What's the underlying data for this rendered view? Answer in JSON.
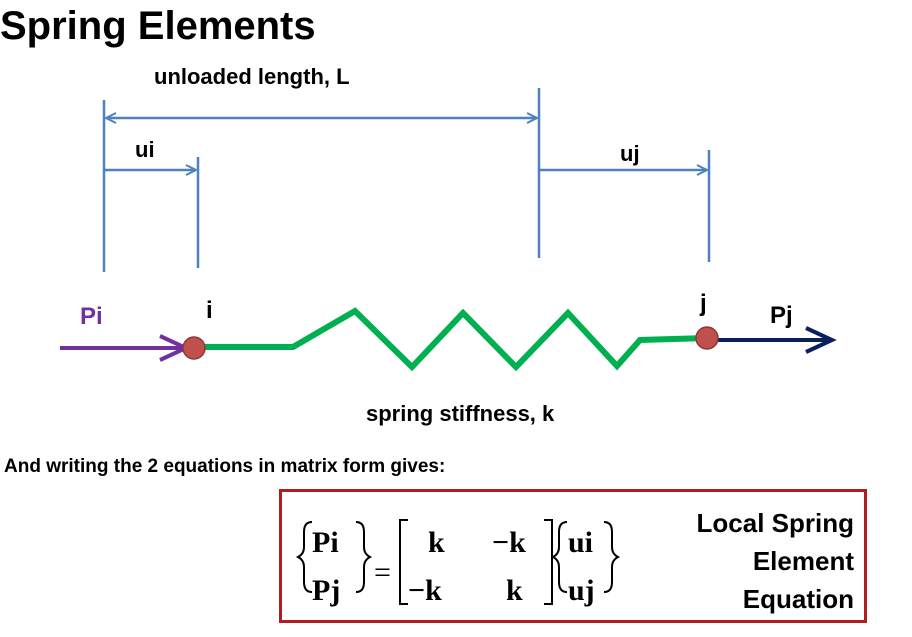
{
  "title": "Spring Elements",
  "labels": {
    "unloaded_length": "unloaded length, L",
    "ui": "ui",
    "uj": "uj",
    "pi": "Pi",
    "pj": "Pj",
    "node_i": "i",
    "node_j": "j",
    "stiffness": "spring stiffness, k"
  },
  "caption": "And writing the 2 equations in matrix form gives:",
  "equation": {
    "lhs": [
      "Pi",
      "Pj"
    ],
    "equals": "=",
    "matrix": [
      [
        "k",
        "−k"
      ],
      [
        "−k",
        "k"
      ]
    ],
    "rhs": [
      "ui",
      "uj"
    ],
    "label_lines": [
      "Local Spring",
      "Element",
      "Equation"
    ]
  },
  "colors": {
    "dimension_lines": "#4f81bd",
    "spring": "#00b050",
    "force_pi": "#7030a0",
    "force_pj": "#0a1f5c",
    "node_fill": "#c0504d",
    "box_border": "#b01c20"
  }
}
